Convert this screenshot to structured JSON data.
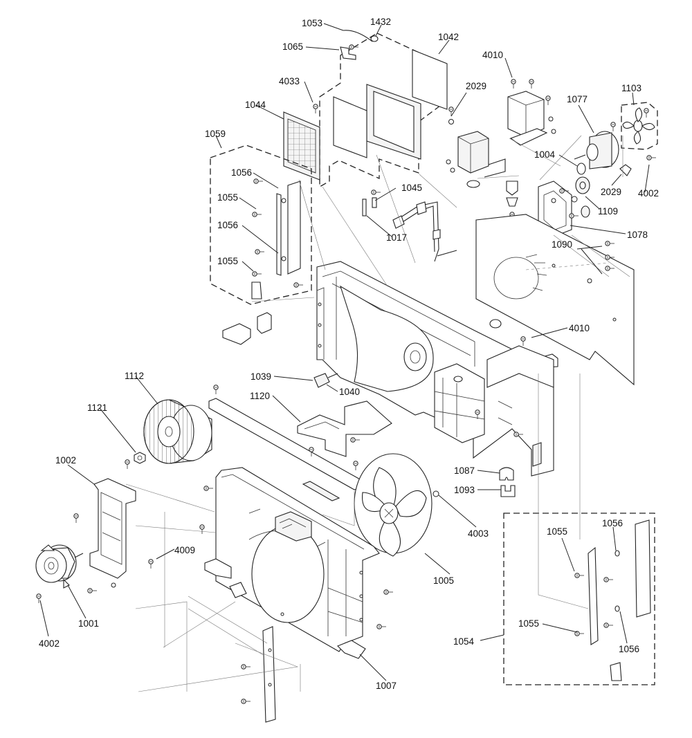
{
  "labels": {
    "l1053": "1053",
    "l1432": "1432",
    "l1065": "1065",
    "l1042": "1042",
    "l4010a": "4010",
    "l4033": "4033",
    "l2029a": "2029",
    "l1077": "1077",
    "l1103": "1103",
    "l1044": "1044",
    "l1059": "1059",
    "l1004": "1004",
    "l1056a": "1056",
    "l1045": "1045",
    "l2029b": "2029",
    "l4002a": "4002",
    "l1055a": "1055",
    "l1109": "1109",
    "l1056b": "1056",
    "l1017": "1017",
    "l1078": "1078",
    "l1090": "1090",
    "l1055b": "1055",
    "l4010b": "4010",
    "l1039": "1039",
    "l1112": "1112",
    "l1040": "1040",
    "l1120": "1120",
    "l1121": "1121",
    "l1002": "1002",
    "l1087": "1087",
    "l1093": "1093",
    "l4003": "4003",
    "l1055c": "1055",
    "l1056c": "1056",
    "l4009": "4009",
    "l1005": "1005",
    "l1001": "1001",
    "l1055d": "1055",
    "l1056d": "1056",
    "l1054": "1054",
    "l4002b": "4002",
    "l1007": "1007"
  }
}
